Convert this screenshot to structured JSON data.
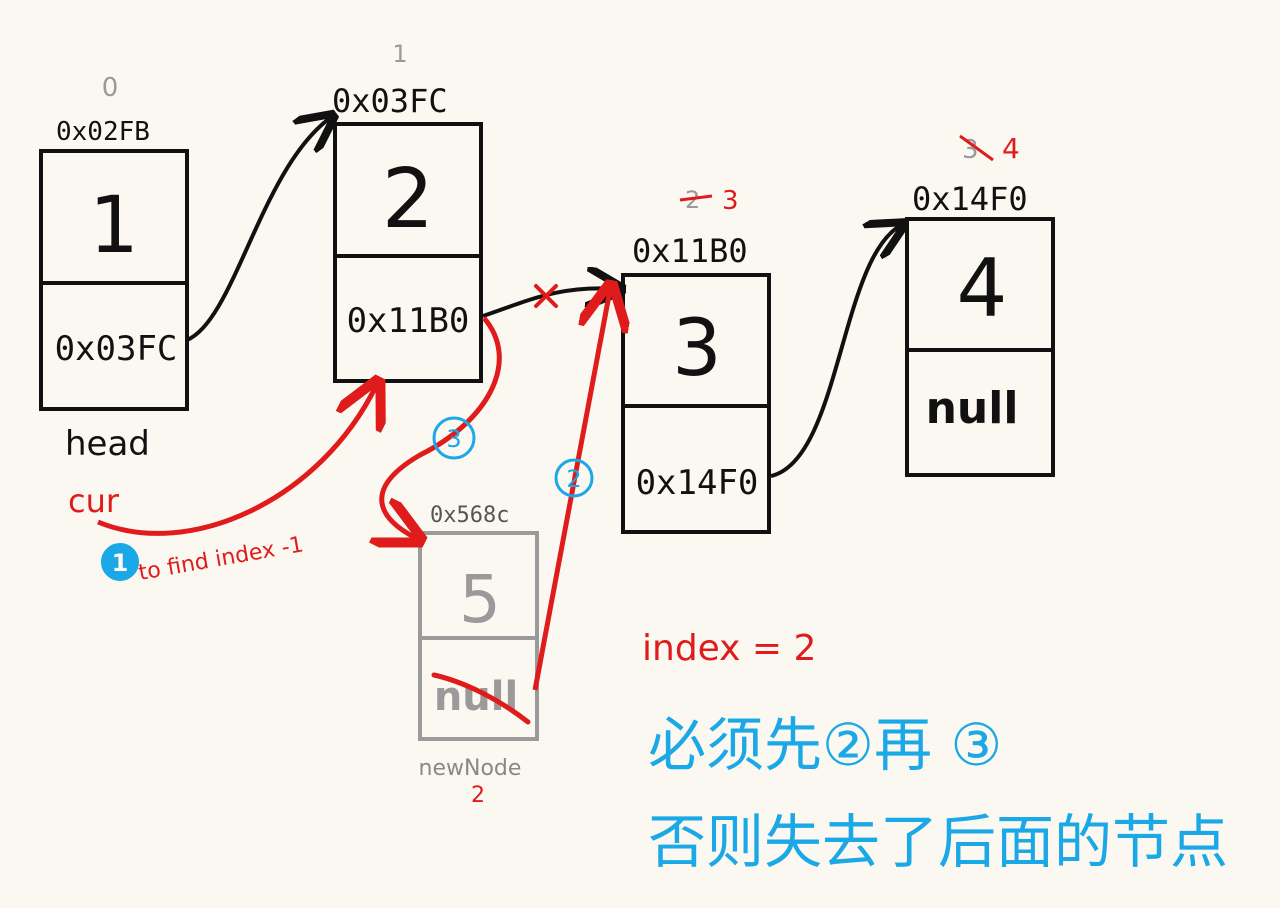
{
  "nodes": [
    {
      "id": "n1",
      "address": "0x02FB",
      "index_label": "0",
      "value": "1",
      "next": "0x03FC",
      "tag": "head"
    },
    {
      "id": "n2",
      "address": "0x03FC",
      "index_label": "1",
      "value": "2",
      "next": "0x11B0"
    },
    {
      "id": "n3",
      "address": "0x11B0",
      "index_label_old": "2",
      "index_label": "3",
      "value": "3",
      "next": "0x14F0"
    },
    {
      "id": "n4",
      "address": "0x14F0",
      "index_label_old": "3",
      "index_label": "4",
      "value": "4",
      "next": "null"
    }
  ],
  "new_node": {
    "address": "0x568c",
    "value": "5",
    "next": "null",
    "tag": "newNode",
    "tag_sub": "2"
  },
  "annotations": {
    "cur": "cur",
    "step1_num": "1",
    "step1_text": "to find  index -1",
    "step2_num": "2",
    "step3_num": "3",
    "index_eq": "index = 2",
    "note_line1": "必须先②再 ③",
    "note_line2": "否则失去了后面的节点"
  },
  "colors": {
    "ink": "#111111",
    "red": "#e01b1b",
    "blue": "#1aa8e6",
    "gray": "#9a9a9a",
    "paper": "#fbf8f1"
  }
}
